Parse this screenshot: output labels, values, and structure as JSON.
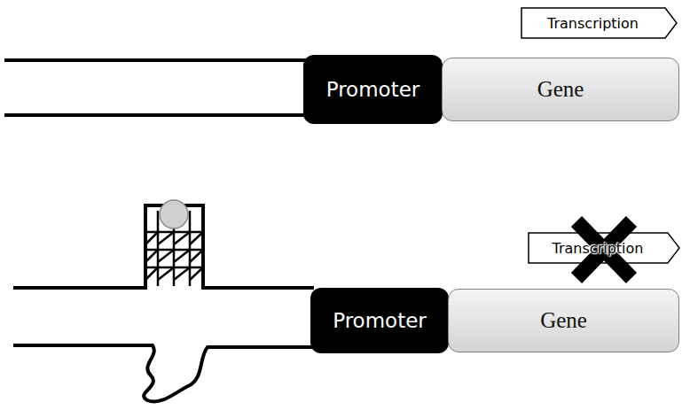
{
  "diagram": {
    "nodes": [
      {
        "text": [
          "Transcription"
        ]
      },
      {
        "text": [
          "Promoter"
        ]
      },
      {
        "text": [
          "Gene"
        ]
      },
      {
        "text": [
          "Transcription"
        ]
      },
      {
        "text": [
          "Promoter"
        ]
      },
      {
        "text": [
          "Gene"
        ]
      }
    ]
  }
}
